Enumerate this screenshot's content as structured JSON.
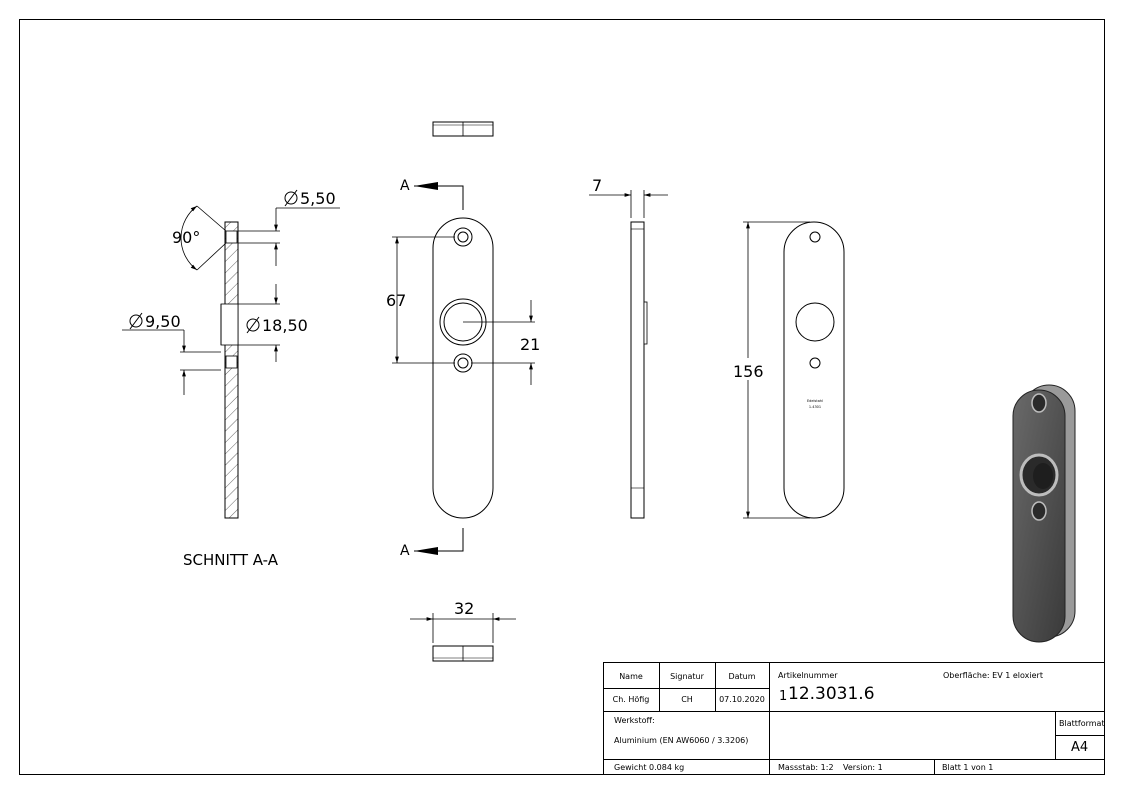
{
  "drawing": {
    "dimensions": {
      "d_5_50": "5,50",
      "d_9_50": "9,50",
      "d_18_50": "18,50",
      "angle_90": "90°",
      "len_67": "67",
      "len_21": "21",
      "len_156": "156",
      "len_7": "7",
      "len_32": "32"
    },
    "section_marks": {
      "top": "A",
      "bottom": "A"
    },
    "section_caption": "SCHNITT A-A",
    "engraving": {
      "line1": "Edelstahl",
      "line2": "1.4301"
    }
  },
  "title_block": {
    "headers": {
      "name": "Name",
      "signatur": "Signatur",
      "datum": "Datum"
    },
    "values": {
      "name": "Ch. Höfig",
      "signatur": "CH",
      "datum": "07.10.2020"
    },
    "artikelnummer_label": "Artikelnummer",
    "artikelnummer_prefix": "1",
    "artikelnummer": "12.3031.6",
    "oberflaeche": "Oberfläche:  EV 1 eloxiert",
    "werkstoff_label": "Werkstoff:",
    "werkstoff": "Aluminium (EN AW6060 / 3.3206)",
    "blattformat_label": "Blattformat",
    "blattformat": "A4",
    "gewicht": "Gewicht 0.084 kg",
    "massstab": "Massstab: 1:2",
    "version": "Version: 1",
    "blatt": "Blatt 1 von 1"
  },
  "colors": {
    "line": "#000000",
    "hatch": "#000000",
    "iso_body": "#4a4a4a",
    "iso_edge": "#8c8c8c"
  }
}
